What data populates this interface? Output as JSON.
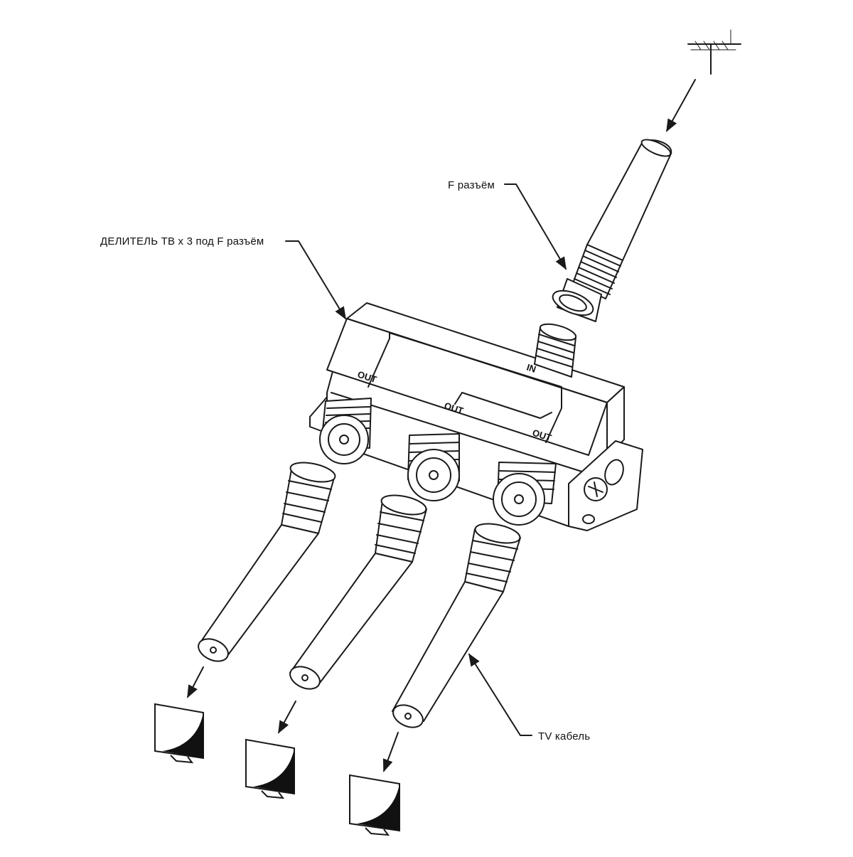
{
  "labels": {
    "splitter": "ДЕЛИТЕЛЬ ТВ х 3 под F разъём",
    "f_connector": "F разъём",
    "tv_cable": "TV кабель",
    "in_port": "IN",
    "out_port_left": "OUT",
    "out_port_middle": "OUT",
    "out_port_right": "OUT"
  },
  "colors": {
    "line": "#1a1a1a",
    "fill": "#ffffff",
    "screen_dark": "#111111"
  },
  "icons": {
    "antenna": "antenna-icon",
    "tv": "tv-icon",
    "arrow": "arrow-icon"
  }
}
